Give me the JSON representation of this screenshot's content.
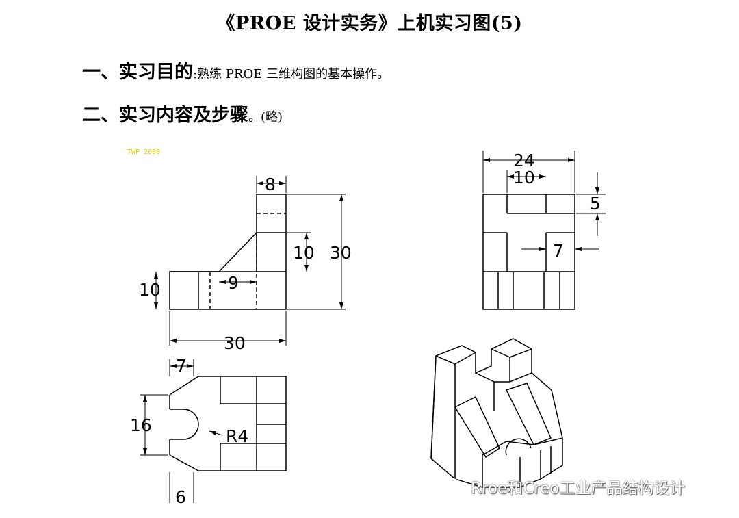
{
  "doc": {
    "title": "《PROE 设计实务》上机实习图(5)",
    "section1_heading": "一、实习目的",
    "section1_text": ":熟练 PROE 三维构图的基本操作。",
    "section2_heading": "二、实习内容及步骤",
    "section2_text": "。(略)",
    "corner_tag": "TWP 2000"
  },
  "dims": {
    "front_top": "8",
    "front_height": "30",
    "front_step": "10",
    "front_left": "10",
    "front_inner": "9",
    "front_width": "30",
    "side_width": "24",
    "side_inner": "10",
    "side_top": "5",
    "side_slot": "7",
    "top_left": "7",
    "top_height": "16",
    "top_radius": "R4",
    "top_bottom": "6"
  },
  "watermark": {
    "text": "Rroe和Creo工业产品结构设计",
    "icon": "wechat-icon"
  }
}
